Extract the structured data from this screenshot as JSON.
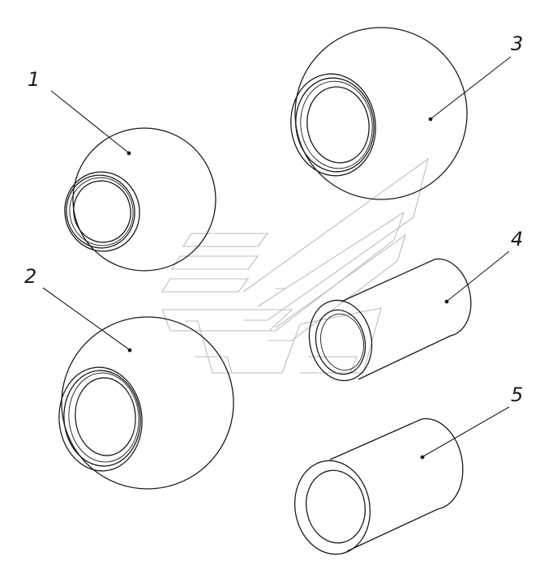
{
  "parts": [
    {
      "id": "part-1",
      "label": "1",
      "shape": "ball-joint"
    },
    {
      "id": "part-2",
      "label": "2",
      "shape": "ball-joint"
    },
    {
      "id": "part-3",
      "label": "3",
      "shape": "ball-joint"
    },
    {
      "id": "part-4",
      "label": "4",
      "shape": "bushing"
    },
    {
      "id": "part-5",
      "label": "5",
      "shape": "bushing"
    }
  ],
  "watermark": {
    "icon": "chevron-logo-watermark"
  }
}
